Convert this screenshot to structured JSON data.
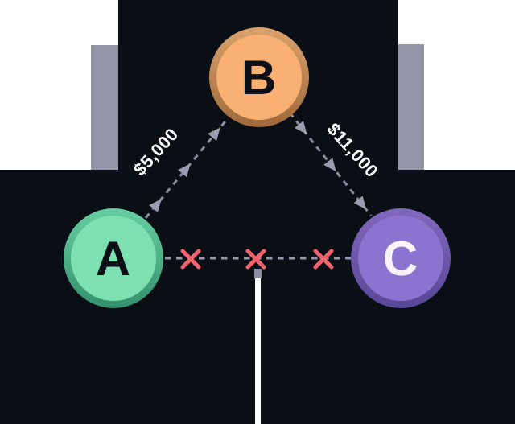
{
  "diagram": {
    "title": "money-transfer-flow",
    "nodes": [
      {
        "id": "A",
        "label": "A",
        "fill": "#7ce0b1",
        "ring": "#3a9674",
        "text_color": "#0c1016"
      },
      {
        "id": "B",
        "label": "B",
        "fill": "#f8b173",
        "ring": "#a8713f",
        "text_color": "#0c1016"
      },
      {
        "id": "C",
        "label": "C",
        "fill": "#8b74cf",
        "ring": "#5d4a9c",
        "text_color": "#f7f5fb"
      }
    ],
    "edges": [
      {
        "from": "A",
        "to": "B",
        "amount": "$5,000",
        "style": "dashed-arrow-flow",
        "arrowheads": 3
      },
      {
        "from": "B",
        "to": "C",
        "amount": "$11,000",
        "style": "dashed-arrow-flow",
        "arrowheads": 3
      },
      {
        "from": "A",
        "to": "C",
        "amount": "",
        "style": "dashed-blocked",
        "blocked_marks": 3
      }
    ],
    "colors": {
      "page_bg": "#ffffff",
      "panel_bg": "#0a0e15",
      "accent_bar": "#9495a6",
      "edge_dash": "#888da0",
      "arrowhead": "#9a9eae",
      "blocked_x": "#f2636b",
      "amount_label_text": "#ffffff"
    }
  }
}
